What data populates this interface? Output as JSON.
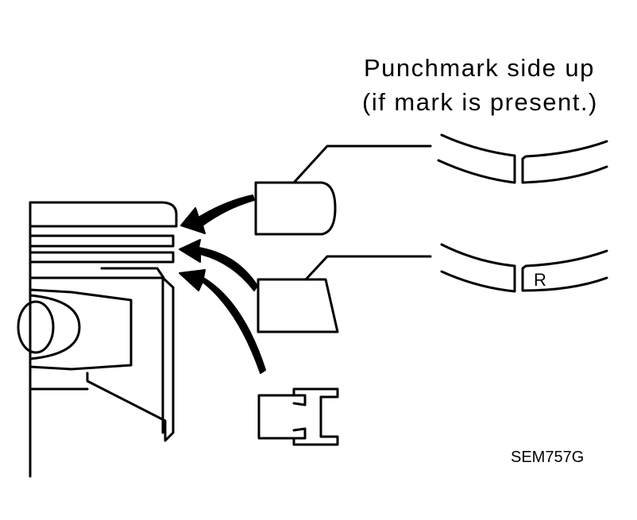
{
  "caption": {
    "line1": "Punchmark side up",
    "line2": "(if mark is present.)"
  },
  "ring_mark": "R",
  "figure_code": "SEM757G",
  "colors": {
    "ink": "#000000",
    "paper": "#ffffff"
  }
}
